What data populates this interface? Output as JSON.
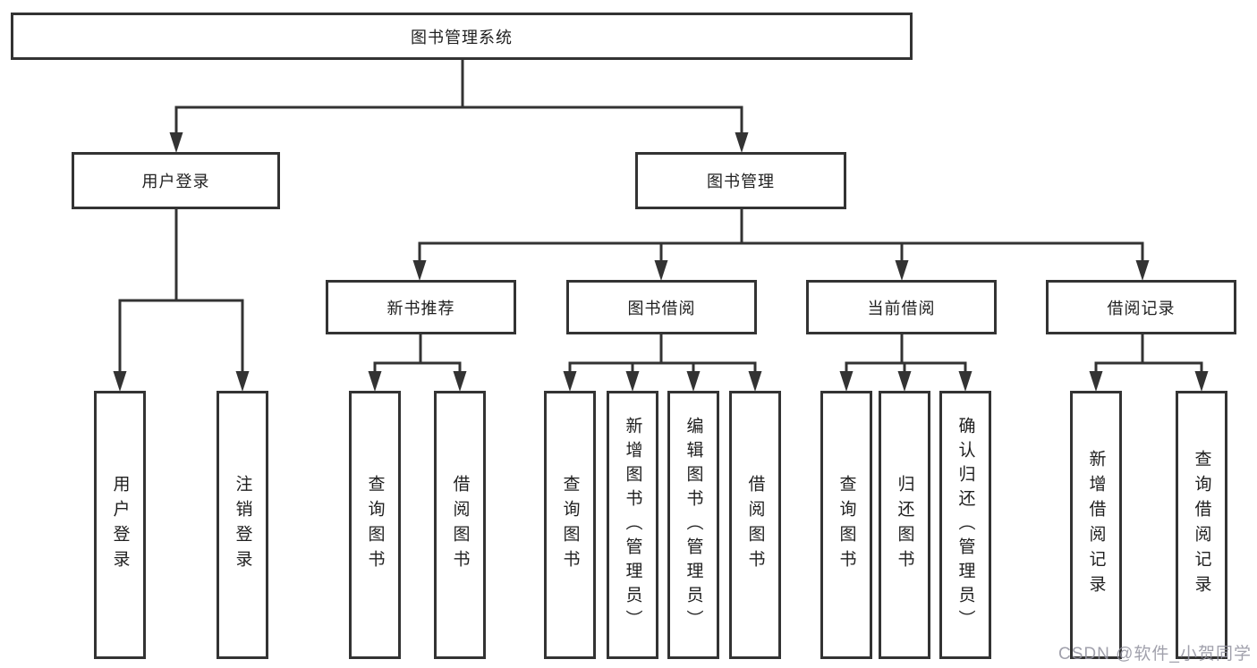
{
  "root": {
    "label": "图书管理系统"
  },
  "level2": [
    {
      "label": "用户登录"
    },
    {
      "label": "图书管理"
    }
  ],
  "level3": [
    {
      "label": "新书推荐"
    },
    {
      "label": "图书借阅"
    },
    {
      "label": "当前借阅"
    },
    {
      "label": "借阅记录"
    }
  ],
  "leaves": {
    "user_login": [
      "用户登录",
      "注销登录"
    ],
    "new_book": [
      "查询图书",
      "借阅图书"
    ],
    "book_borrow": [
      "查询图书",
      "新增图书（管理员）",
      "编辑图书（管理员）",
      "借阅图书"
    ],
    "current_borrow": [
      "查询图书",
      "归还图书",
      "确认归还（管理员）"
    ],
    "borrow_record": [
      "新增借阅记录",
      "查询借阅记录"
    ]
  },
  "watermark": {
    "text": "CSDN @软件_小贺同学"
  },
  "colors": {
    "line": "#333333",
    "border": "#333333",
    "text": "#1f1f1f",
    "background": "#ffffff",
    "watermark": "#9494a0"
  }
}
